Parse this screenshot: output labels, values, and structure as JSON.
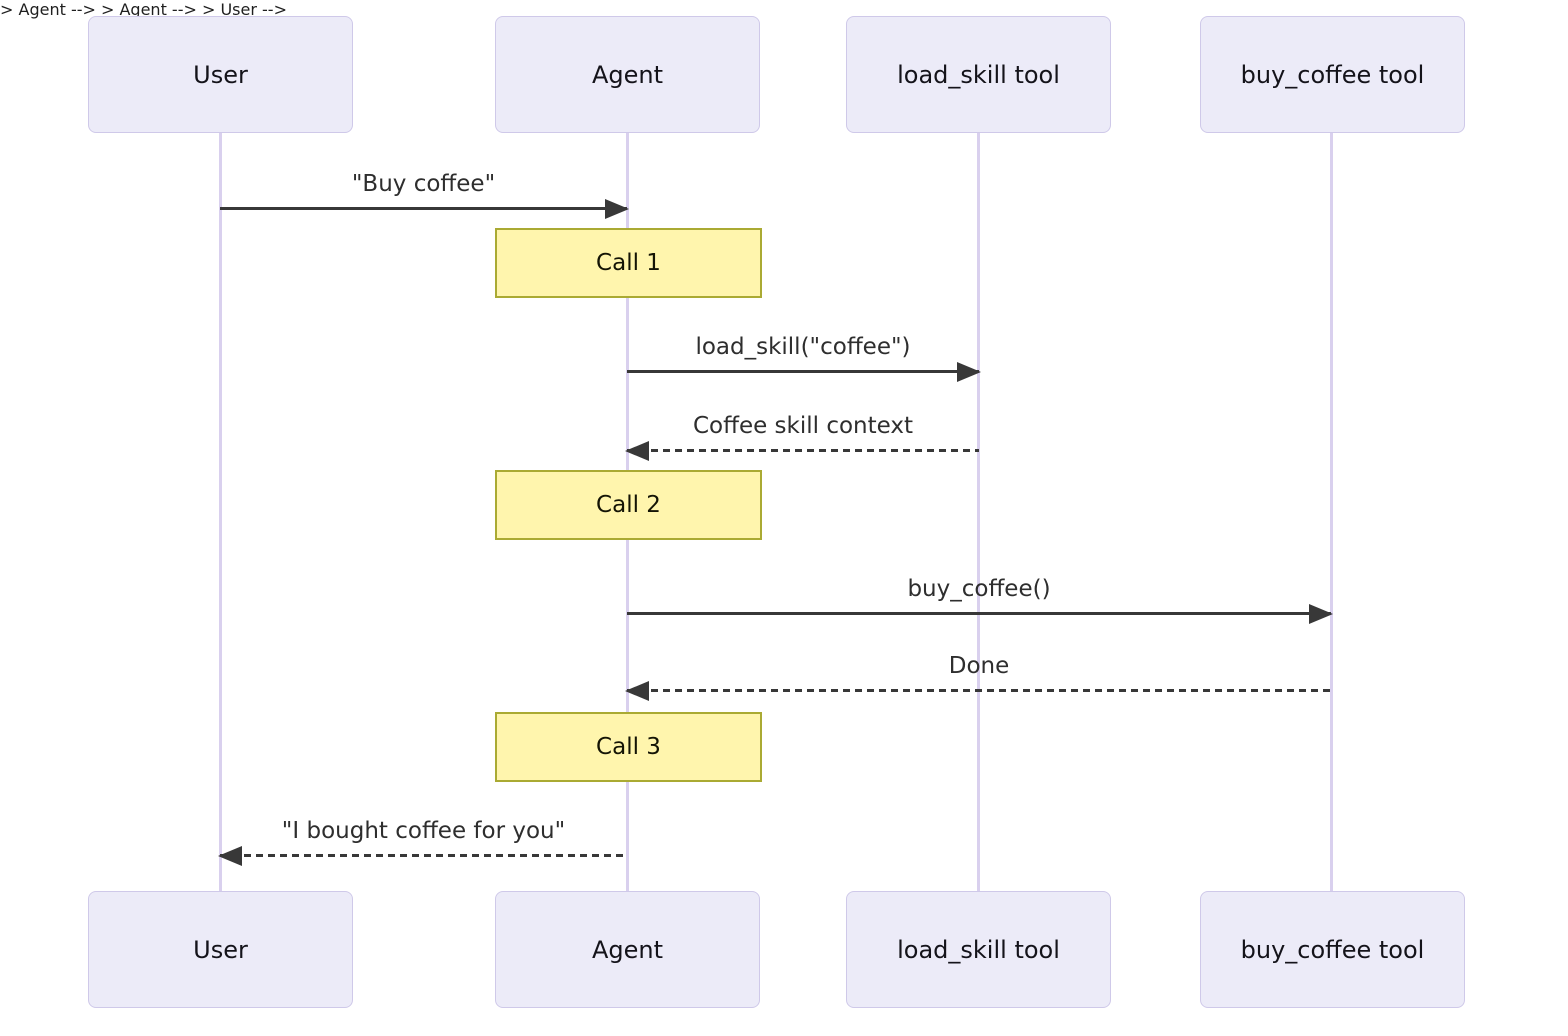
{
  "diagram_type": "sequence",
  "participants": [
    {
      "id": "user",
      "label": "User"
    },
    {
      "id": "agent",
      "label": "Agent"
    },
    {
      "id": "load_skill",
      "label": "load_skill tool"
    },
    {
      "id": "buy_coffee",
      "label": "buy_coffee tool"
    }
  ],
  "messages": [
    {
      "from": "User",
      "to": "Agent",
      "line": "solid",
      "label": "\"Buy coffee\""
    },
    {
      "from": "Agent",
      "to": "load_skill tool",
      "line": "solid",
      "label": "load_skill(\"coffee\")"
    },
    {
      "from": "load_skill tool",
      "to": "Agent",
      "line": "dashed",
      "label": "Coffee skill context"
    },
    {
      "from": "Agent",
      "to": "buy_coffee tool",
      "line": "solid",
      "label": "buy_coffee()"
    },
    {
      "from": "buy_coffee tool",
      "to": "Agent",
      "line": "dashed",
      "label": "Done"
    },
    {
      "from": "Agent",
      "to": "User",
      "line": "dashed",
      "label": "\"I bought coffee for you\""
    }
  ],
  "notes": [
    {
      "over": "Agent",
      "label": "Call 1"
    },
    {
      "over": "Agent",
      "label": "Call 2"
    },
    {
      "over": "Agent",
      "label": "Call 3"
    }
  ],
  "colors": {
    "background": "#FFFFFF",
    "actor_fill": "#ECEBF8",
    "actor_border": "#CFC9E9",
    "lifeline": "#D9D0EE",
    "note_fill": "#FFF5AD",
    "note_border": "#AAAA33",
    "arrow": "#383838",
    "text": "#1F1F1F"
  }
}
